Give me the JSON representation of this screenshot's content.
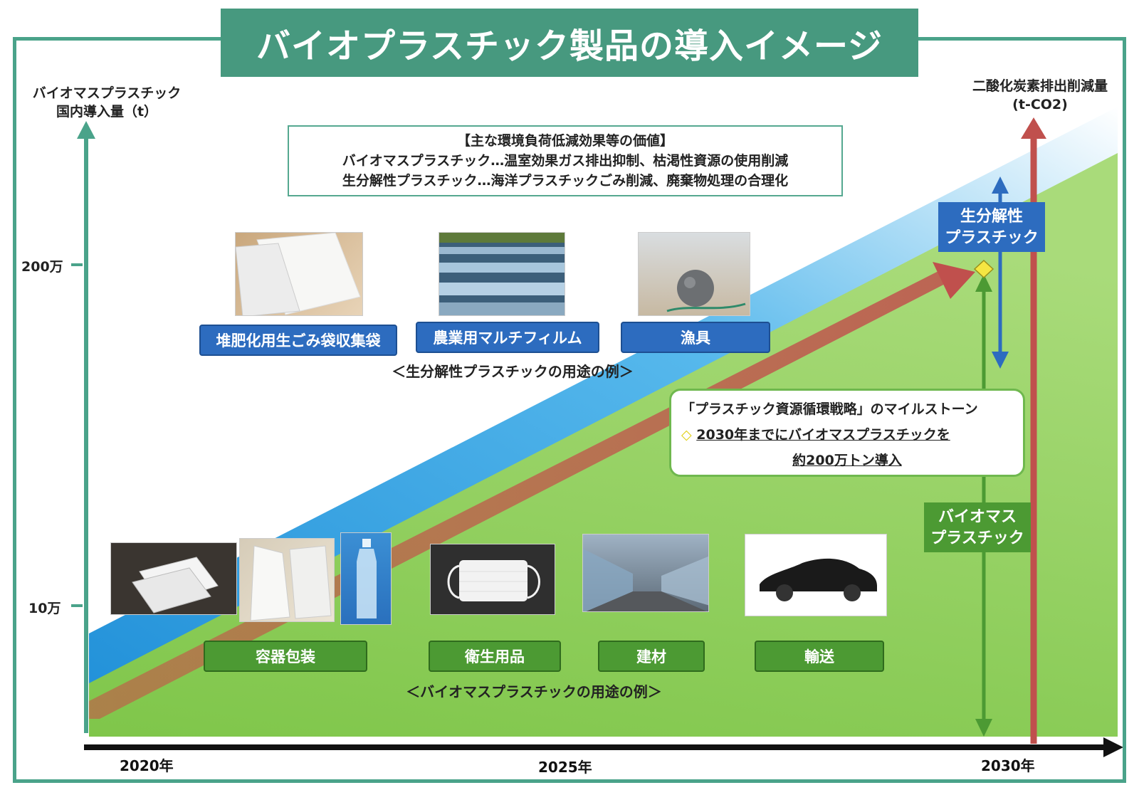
{
  "title": "バイオプラスチック製品の導入イメージ",
  "left_axis": {
    "line1": "バイオマスプラスチック",
    "line2": "国内導入量（t）"
  },
  "right_axis": {
    "line1": "二酸化炭素排出削減量",
    "line2": "(t-CO2)"
  },
  "ticks": {
    "upper": "200万",
    "lower": "10万"
  },
  "value_box": {
    "heading": "【主な環境負荷低減効果等の価値】",
    "line1": "バイオマスプラスチック…温室効果ガス排出抑制、枯渇性資源の使用削減",
    "line2": "生分解性プラスチック…海洋プラスチックごみ削減、廃棄物処理の合理化"
  },
  "biodegradable_uses": {
    "items": [
      "堆肥化用生ごみ袋収集袋",
      "農業用マルチフィルム",
      "漁具"
    ],
    "caption": "＜生分解性プラスチックの用途の例＞"
  },
  "biomass_uses": {
    "items": [
      "容器包装",
      "衛生用品",
      "建材",
      "輸送"
    ],
    "caption": "＜バイオマスプラスチックの用途の例＞"
  },
  "milestone": {
    "heading": "「プラスチック資源循環戦略」のマイルストーン",
    "line1": "2030年までにバイオマスプラスチックを",
    "line2": "約200万トン導入"
  },
  "badges": {
    "biodegradable": {
      "line1": "生分解性",
      "line2": "プラスチック"
    },
    "biomass": {
      "line1": "バイオマス",
      "line2": "プラスチック"
    }
  },
  "timeline": [
    "2020年",
    "2025年",
    "2030年"
  ],
  "colors": {
    "frame": "#4aa38a",
    "title_bg": "#47997f",
    "blue_band": "#3aa3e0",
    "green_area": "#8ccf5a",
    "red_arrow": "#c0504d",
    "blue_label": "#2d6cbf",
    "green_label": "#4c9a33",
    "milestone_diamond": "#f5e642"
  }
}
